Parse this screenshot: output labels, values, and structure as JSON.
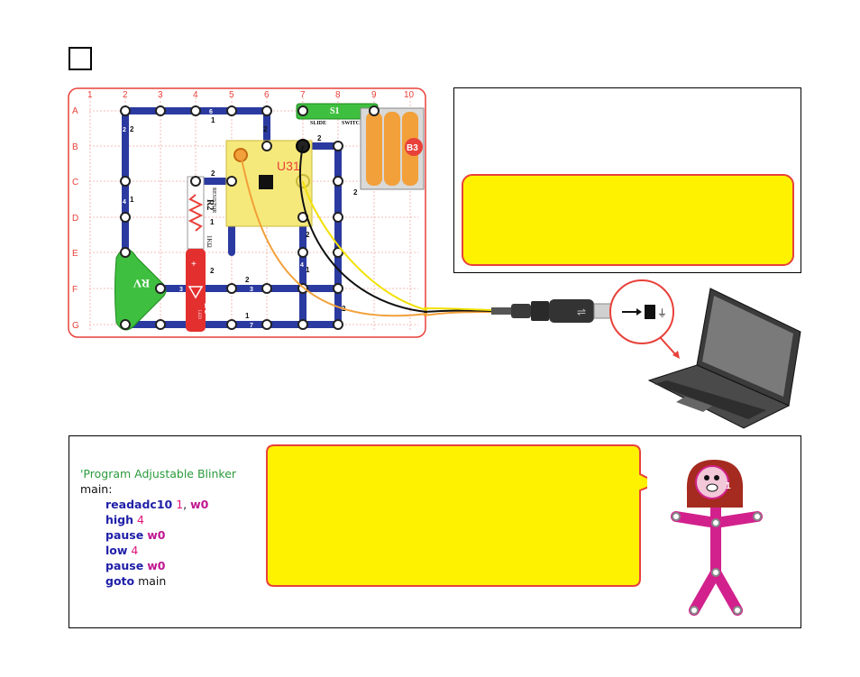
{
  "diagram": {
    "col_labels": [
      "1",
      "2",
      "3",
      "4",
      "5",
      "6",
      "7",
      "8",
      "9",
      "10"
    ],
    "row_labels": [
      "A",
      "B",
      "C",
      "D",
      "E",
      "F",
      "G"
    ],
    "parts": {
      "switch": "S1",
      "switch_text_left": "SLIDE",
      "switch_text_right": "SWITCH",
      "battery": "B3",
      "ic": "U31",
      "resistor": "R2",
      "resistor_text": "RESISTOR",
      "resistor_value": "1KΩ",
      "led": "D1",
      "led_text": "LED",
      "pot": "RV"
    }
  },
  "code": {
    "comment": "'Program Adjustable Blinker",
    "label": "main:",
    "lines": [
      {
        "kw": "readadc10",
        "num": "1",
        "sep": ", ",
        "var": "w0"
      },
      {
        "kw": "high",
        "num": "4"
      },
      {
        "kw": "pause",
        "var": "w0"
      },
      {
        "kw": "low",
        "num": "4"
      },
      {
        "kw": "pause",
        "var": "w0"
      },
      {
        "kw": "goto",
        "plain": "main"
      }
    ]
  },
  "mascot": {
    "number": "1"
  },
  "colors": {
    "grid": "#e8413a",
    "wire_blue": "#2b3aa0",
    "callout_fill": "#fff200",
    "callout_border": "#e8413a",
    "switch_green": "#3fbf3f",
    "battery_orange": "#f2a03a",
    "ic_yellow": "#f6e97b",
    "led_red": "#e3302f",
    "mascot_magenta": "#d2218c"
  }
}
